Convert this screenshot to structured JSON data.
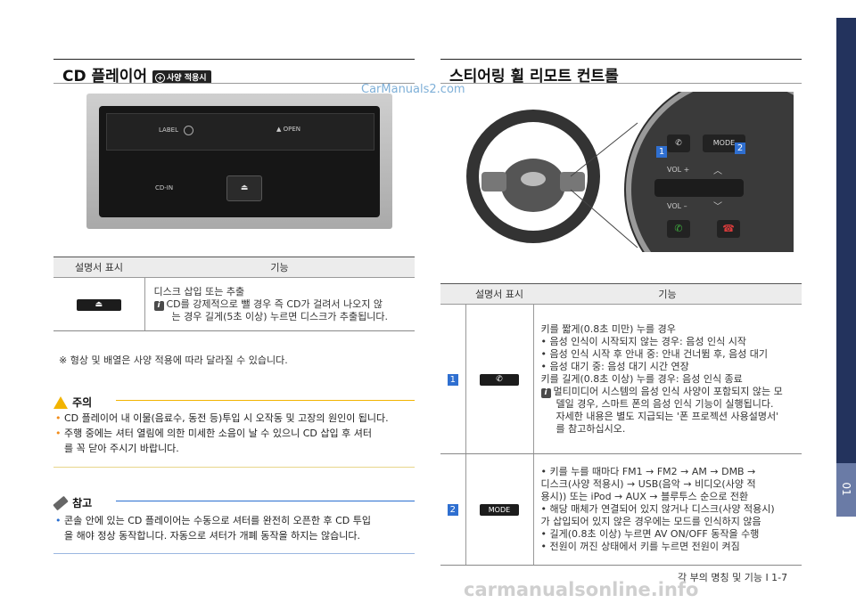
{
  "left": {
    "title": "CD 플레이어",
    "badge": "사양 적용시",
    "device": {
      "label_left": "LABEL",
      "label_open": "OPEN",
      "label_cdin": "CD-IN"
    },
    "table": {
      "headers": [
        "설명서 표시",
        "기능"
      ],
      "row1": {
        "line1": "디스크 삽입 또는 추출",
        "line2": "CD를 강제적으로 뺄 경우 즉 CD가 걸려서 나오지 않",
        "line3": "는 경우 길게(5초 이상) 누르면 디스크가 추출됩니다."
      }
    },
    "footnote": "※  형상 및 배열은 사양 적용에 따라 달라질 수 있습니다.",
    "caution": {
      "title": "주의",
      "item1": "CD 플레이어 내 이물(음료수, 동전 등)투입 시 오작동 및 고장의 원인이 됩니다.",
      "item2a": "주행 중에는 셔터 열림에 의한 미세한 소음이 날 수 있으니 CD 삽입 후 셔터",
      "item2b": "를 꼭 닫아 주시기 바랍니다."
    },
    "note": {
      "title": "참고",
      "item1a": "콘솔 안에 있는 CD 플레이어는 수동으로 셔터를 완전히 오픈한 후 CD 투입",
      "item1b": "을 해야 정상 동작합니다. 자동으로 셔터가 개폐 동작을 하지는 않습니다."
    }
  },
  "right": {
    "title": "스티어링 휠 리모트 컨트롤",
    "figure": {
      "mode": "MODE",
      "vol_up": "VOL +",
      "vol_down": "VOL –",
      "n1": "1",
      "n2": "2"
    },
    "table": {
      "headers": [
        "설명서 표시",
        "기능"
      ],
      "row1": {
        "num": "1",
        "lines": [
          "키를 짧게(0.8초 미만) 누를 경우",
          "• 음성 인식이 시작되지 않는 경우: 음성 인식 시작",
          "• 음성 인식 시작 후 안내 중: 안내 건너뜀 후, 음성 대기",
          "• 음성 대기 중: 음성 대기 시간 연장",
          "키를 길게(0.8초 이상) 누를 경우: 음성 인식 종료"
        ],
        "info_lines": [
          "멀티미디어 시스템의 음성 인식 사양이 포함되지 않는 모",
          "델일 경우, 스마트 폰의 음성 인식 기능이 실행됩니다.",
          "자세한 내용은 별도 지급되는 '폰 프로젝션 사용설명서'",
          "를 참고하십시오."
        ]
      },
      "row2": {
        "num": "2",
        "key": "MODE",
        "lines": [
          "• 키를 누를 때마다 FM1 → FM2 → AM → DMB →",
          "  디스크(사양 적용시) → USB(음악 → 비디오(사양 적",
          "  용시)) 또는 iPod → AUX → 블루투스 순으로 전환",
          "• 해당 매체가 연결되어 있지 않거나 디스크(사양 적용시)",
          "  가 삽입되어 있지 않은 경우에는 모드를 인식하지 않음",
          "• 길게(0.8초 이상) 누르면 AV ON/OFF 동작을 수행",
          "• 전원이 꺼진 상태에서 키를 누르면 전원이 켜짐"
        ]
      }
    }
  },
  "footer": "각 부의 명칭 및 기능 I 1-7",
  "side_tab": "01",
  "watermark_top": "CarManuals2.com",
  "watermark_bottom": "carmanualsonline.info"
}
